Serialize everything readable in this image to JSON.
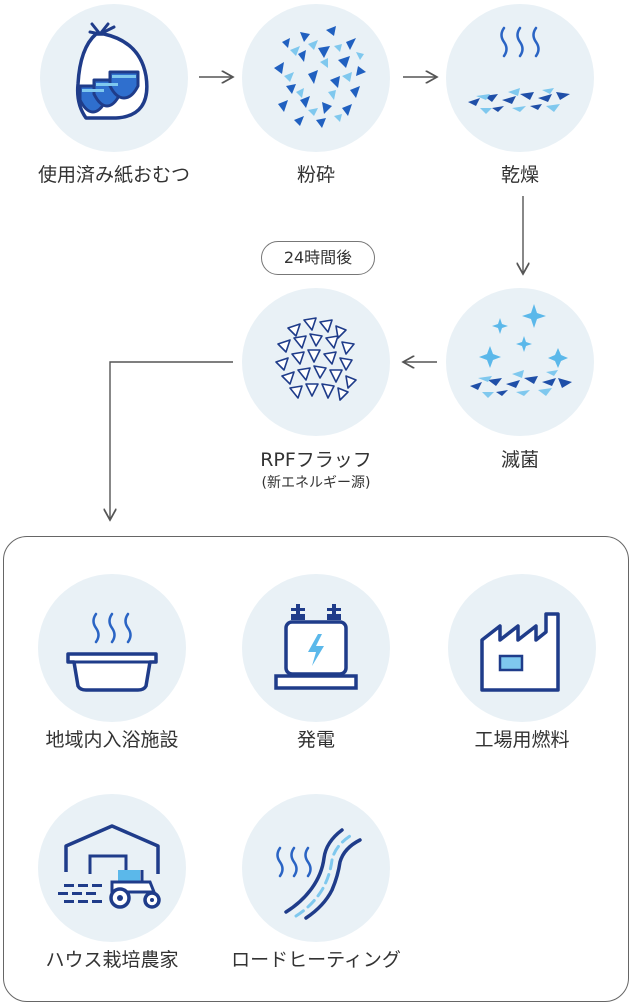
{
  "process": {
    "step1": {
      "label": "使用済み紙おむつ",
      "icon": "diaper-bag-icon"
    },
    "step2": {
      "label": "粉砕",
      "icon": "crushed-pieces-icon"
    },
    "step3": {
      "label": "乾燥",
      "icon": "drying-icon"
    },
    "step4": {
      "label": "滅菌",
      "icon": "sterilization-icon"
    },
    "step5": {
      "label": "RPFフラッフ",
      "sublabel": "(新エネルギー源)",
      "icon": "rpf-fluff-icon"
    },
    "time_badge": "24時間後"
  },
  "uses": [
    {
      "label": "地域内入浴施設",
      "icon": "bath-icon"
    },
    {
      "label": "発電",
      "icon": "capacitor-icon"
    },
    {
      "label": "工場用燃料",
      "icon": "factory-icon"
    },
    {
      "label": "ハウス栽培農家",
      "icon": "greenhouse-tractor-icon"
    },
    {
      "label": "ロードヒーティング",
      "icon": "road-heating-icon"
    }
  ],
  "colors": {
    "circle_bg": "#e9f1f6",
    "navy": "#1f3c8a",
    "blue": "#2a64c4",
    "light_blue": "#7fc8ee",
    "arrow": "#555555"
  }
}
